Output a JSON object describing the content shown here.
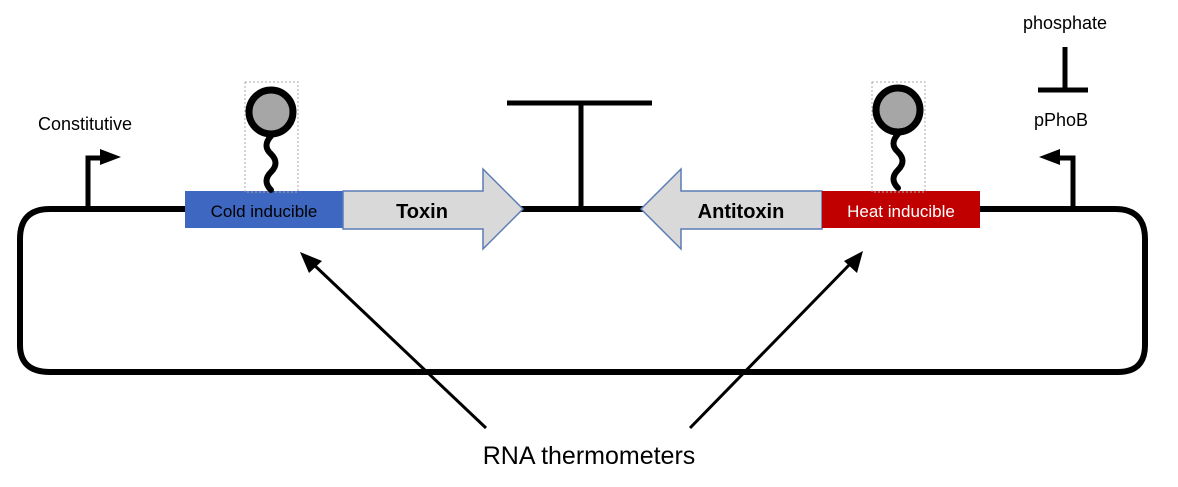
{
  "diagram": {
    "labels": {
      "constitutive": "Constitutive",
      "cold_inducible": "Cold inducible",
      "toxin": "Toxin",
      "antitoxin": "Antitoxin",
      "heat_inducible": "Heat inducible",
      "phosphate": "phosphate",
      "pphob": "pPhoB",
      "rna_thermometers": "RNA thermometers"
    },
    "colors": {
      "cold": "#3d67c0",
      "heat": "#c00000",
      "gene_fill": "#d9d9d9",
      "gene_stroke": "#5a7bb5",
      "thermometer_head": "#a6a6a6",
      "line": "#000000"
    },
    "parts": [
      {
        "type": "promoter",
        "name": "Constitutive",
        "direction": "right"
      },
      {
        "type": "rna-thermometer",
        "name": "Cold inducible"
      },
      {
        "type": "cds",
        "name": "Toxin",
        "direction": "right"
      },
      {
        "type": "terminator"
      },
      {
        "type": "cds",
        "name": "Antitoxin",
        "direction": "left"
      },
      {
        "type": "rna-thermometer",
        "name": "Heat inducible"
      },
      {
        "type": "promoter",
        "name": "pPhoB",
        "direction": "left",
        "repressed_by": "phosphate"
      }
    ]
  }
}
